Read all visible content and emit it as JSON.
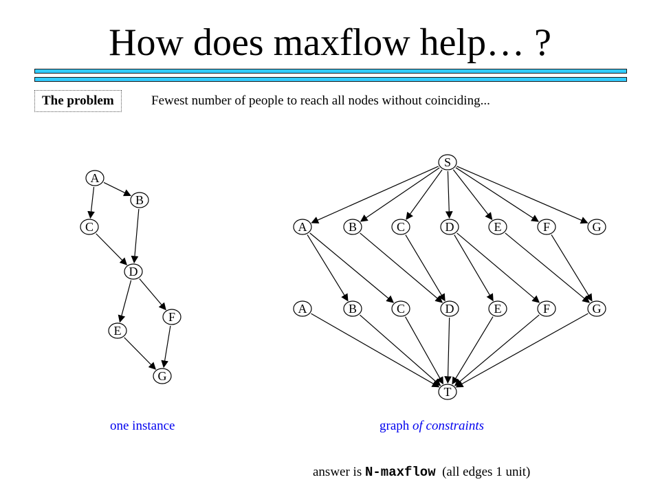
{
  "title": "How does maxflow help… ?",
  "problem": {
    "tag": "The problem",
    "text": "Fewest number of people to reach all nodes without coinciding..."
  },
  "instance_graph": {
    "nodes": [
      "A",
      "B",
      "C",
      "D",
      "E",
      "F",
      "G"
    ],
    "edges": [
      [
        "A",
        "B"
      ],
      [
        "A",
        "C"
      ],
      [
        "B",
        "D"
      ],
      [
        "C",
        "D"
      ],
      [
        "D",
        "E"
      ],
      [
        "D",
        "F"
      ],
      [
        "E",
        "G"
      ],
      [
        "F",
        "G"
      ]
    ]
  },
  "constraint_graph": {
    "source": "S",
    "sink": "T",
    "top_row": [
      "A",
      "B",
      "C",
      "D",
      "E",
      "F",
      "G"
    ],
    "bottom_row": [
      "A",
      "B",
      "C",
      "D",
      "E",
      "F",
      "G"
    ],
    "edges": [
      [
        "A",
        "B"
      ],
      [
        "A",
        "C"
      ],
      [
        "B",
        "D"
      ],
      [
        "C",
        "D"
      ],
      [
        "D",
        "E"
      ],
      [
        "D",
        "F"
      ],
      [
        "E",
        "G"
      ],
      [
        "F",
        "G"
      ]
    ]
  },
  "captions": {
    "instance": "one instance",
    "constraints_plain": "graph",
    "constraints_italic": "of constraints"
  },
  "answer": {
    "prefix": "answer is",
    "code": "N-maxflow",
    "suffix": "(all edges 1 unit)"
  },
  "colors": {
    "rule": "#33ccff",
    "caption": "#0000ee"
  }
}
